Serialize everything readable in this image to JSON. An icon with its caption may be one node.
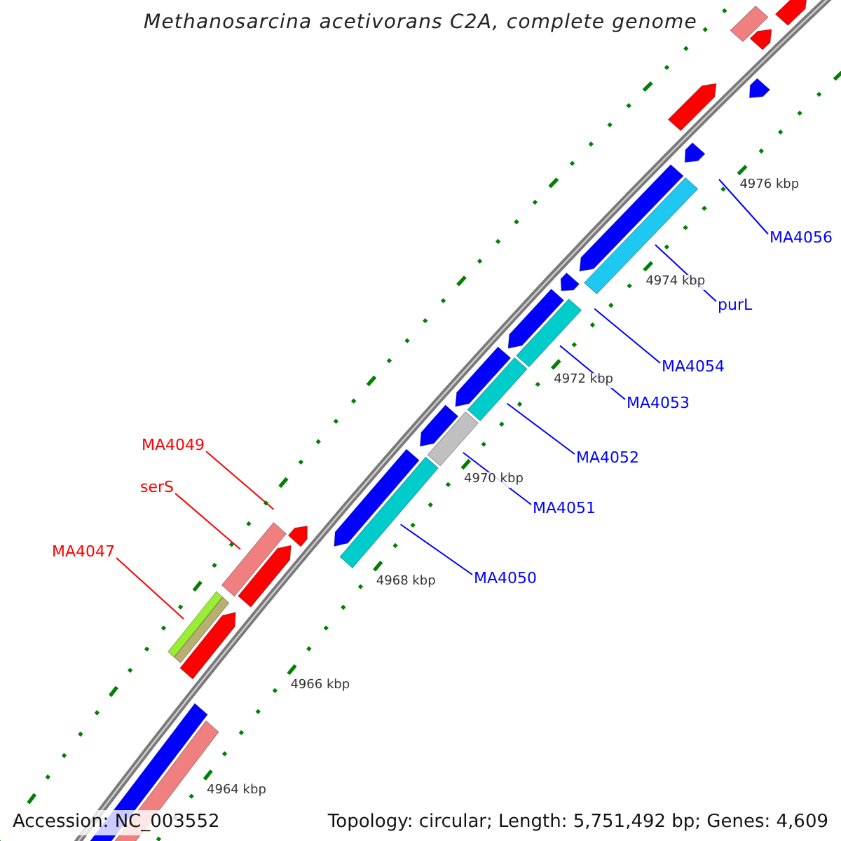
{
  "diagram": {
    "title": "Methanosarcina acetivorans C2A, complete genome",
    "nodes": [
      {
        "text": [
          "MA4056"
        ]
      },
      {
        "text": [
          "purL"
        ]
      },
      {
        "text": [
          "MA4054"
        ]
      },
      {
        "text": [
          "MA4053"
        ]
      },
      {
        "text": [
          "MA4052"
        ]
      },
      {
        "text": [
          "MA4051"
        ]
      },
      {
        "text": [
          "MA4050"
        ]
      },
      {
        "text": [
          "MA4049"
        ]
      },
      {
        "text": [
          "serS"
        ]
      },
      {
        "text": [
          "MA4047"
        ]
      }
    ],
    "edges": [
      {
        "from": 0,
        "to": null,
        "arrow": "none"
      },
      {
        "from": 1,
        "to": null,
        "arrow": "none"
      },
      {
        "from": 2,
        "to": null,
        "arrow": "none"
      },
      {
        "from": 3,
        "to": null,
        "arrow": "none"
      },
      {
        "from": 4,
        "to": null,
        "arrow": "none"
      },
      {
        "from": 5,
        "to": null,
        "arrow": "none"
      },
      {
        "from": 6,
        "to": null,
        "arrow": "none"
      },
      {
        "from": 7,
        "to": null,
        "arrow": "none",
        "color": "#ff0000"
      },
      {
        "from": 8,
        "to": null,
        "arrow": "none",
        "color": "#ff0000"
      },
      {
        "from": 9,
        "to": null,
        "arrow": "none",
        "color": "#ff0000"
      }
    ],
    "labels": [
      "4976 kbp",
      "4974 kbp",
      "4972 kbp",
      "4970 kbp",
      "4968 kbp",
      "4966 kbp",
      "4964 kbp",
      "Accession: NC_003552",
      "Topology: circular; Length: 5,751,492 bp; Genes: 4,609"
    ]
  }
}
